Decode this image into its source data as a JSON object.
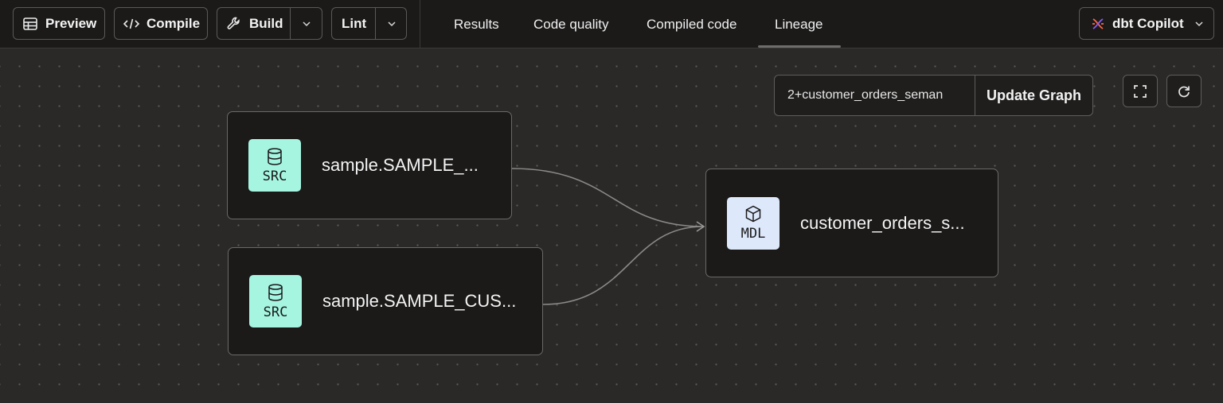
{
  "toolbar": {
    "preview_label": "Preview",
    "compile_label": "Compile",
    "build_label": "Build",
    "lint_label": "Lint",
    "copilot_label": "dbt Copilot"
  },
  "tabs": [
    {
      "label": "Results"
    },
    {
      "label": "Code quality"
    },
    {
      "label": "Compiled code"
    },
    {
      "label": "Lineage",
      "active": true
    }
  ],
  "graph": {
    "selector_value": "2+customer_orders_seman",
    "update_label": "Update Graph",
    "nodes": [
      {
        "badge": "SRC",
        "label": "sample.SAMPLE_..."
      },
      {
        "badge": "SRC",
        "label": "sample.SAMPLE_CUS..."
      },
      {
        "badge": "MDL",
        "label": "customer_orders_s..."
      }
    ]
  },
  "icons": {
    "preview": "table-icon",
    "compile": "code-icon",
    "build": "wrench-icon",
    "copilot": "copilot-logo-icon",
    "fullscreen": "expand-icon",
    "refresh": "refresh-icon",
    "source": "database-icon",
    "model": "cube-icon"
  },
  "colors": {
    "src_badge": "#a6f5e1",
    "mdl_badge": "#dde9fb",
    "copilot_orange": "#ff694a",
    "copilot_purple": "#8a5cf6"
  }
}
